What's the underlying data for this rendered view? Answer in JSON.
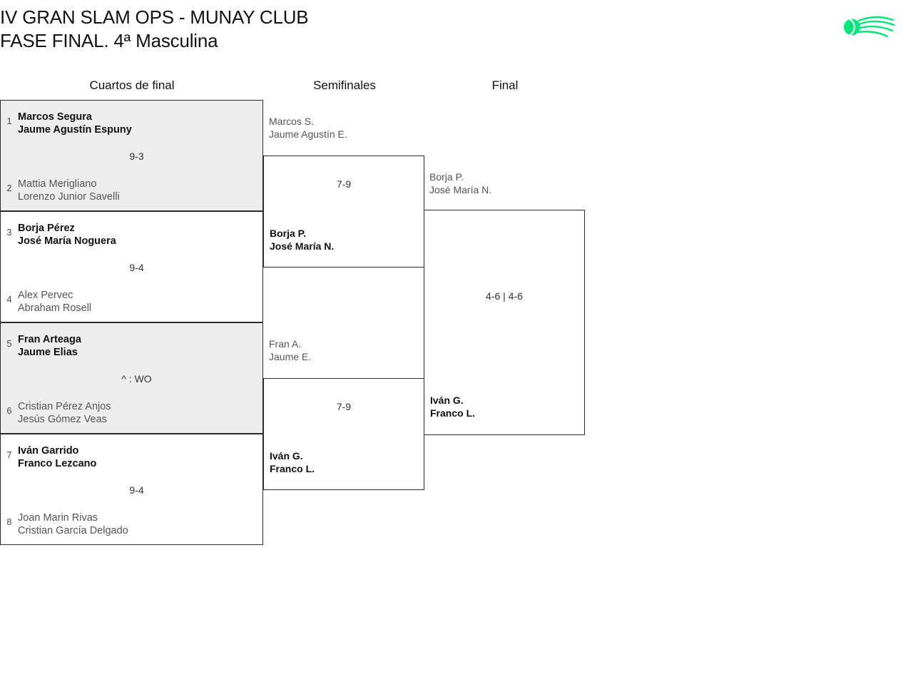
{
  "header": {
    "title": "IV GRAN SLAM OPS - MUNAY CLUB\nFASE FINAL. 4ª Masculina",
    "logo_name": "padel-ball-logo",
    "logo_color": "#00e87a"
  },
  "rounds": [
    {
      "label": "Cuartos de final"
    },
    {
      "label": "Semifinales"
    },
    {
      "label": "Final"
    }
  ],
  "quarterfinals": [
    {
      "top": {
        "seed": "1",
        "players": "Marcos Segura\nJaume Agustín Espuny",
        "result": "winner"
      },
      "bottom": {
        "seed": "2",
        "players": "Mattia Merigliano\nLorenzo Junior Savelli",
        "result": "loser"
      },
      "score": "9-3"
    },
    {
      "top": {
        "seed": "3",
        "players": "Borja Pérez\nJosé María Noguera",
        "result": "winner"
      },
      "bottom": {
        "seed": "4",
        "players": "Alex Pervec\nAbraham Rosell",
        "result": "loser"
      },
      "score": "9-4"
    },
    {
      "top": {
        "seed": "5",
        "players": "Fran Arteaga\nJaume Elias",
        "result": "winner"
      },
      "bottom": {
        "seed": "6",
        "players": "Cristian Pérez Anjos\nJesús Gómez Veas",
        "result": "loser"
      },
      "score": "^ : WO"
    },
    {
      "top": {
        "seed": "7",
        "players": "Iván Garrido\nFranco Lezcano",
        "result": "winner"
      },
      "bottom": {
        "seed": "8",
        "players": "Joan Marin Rivas\nCristian García Delgado",
        "result": "loser"
      },
      "score": "9-4"
    }
  ],
  "semifinals": [
    {
      "top": {
        "players": "Marcos S.\nJaume Agustín E.",
        "result": "loser"
      },
      "bottom": {
        "players": "Borja P.\nJosé María N.",
        "result": "winner"
      },
      "score": "7-9"
    },
    {
      "top": {
        "players": "Fran A.\nJaume E.",
        "result": "loser"
      },
      "bottom": {
        "players": "Iván G.\nFranco L.",
        "result": "winner"
      },
      "score": "7-9"
    }
  ],
  "final": {
    "top": {
      "players": "Borja P.\nJosé María N.",
      "result": "loser"
    },
    "bottom": {
      "players": "Iván G.\nFranco L.",
      "result": "winner"
    },
    "score": "4-6 | 4-6"
  }
}
